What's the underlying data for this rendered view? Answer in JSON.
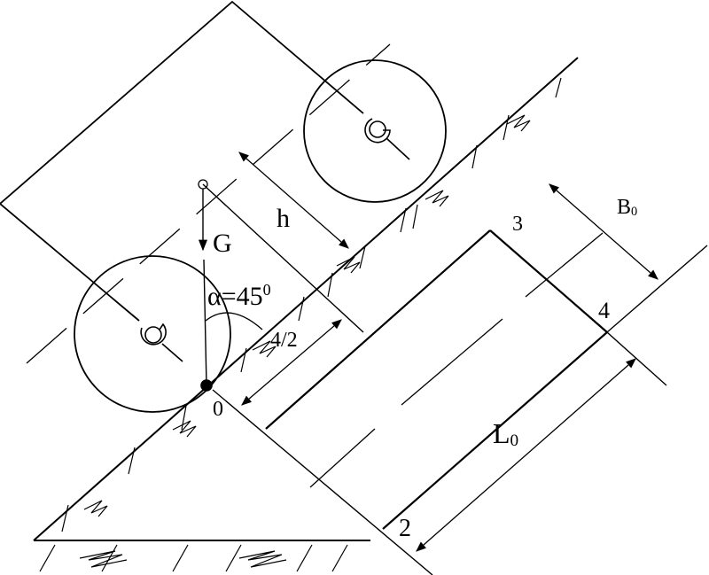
{
  "diagram": {
    "labels": {
      "gravity": "G",
      "height": "h",
      "angle_symbol": "α=45",
      "angle_degree": "0",
      "half_track": "4/2",
      "origin": "0",
      "point_2": "2",
      "point_3": "3",
      "point_4": "4",
      "width_main": "B",
      "width_sub": "0",
      "length_main": "L",
      "length_sub": "0"
    },
    "colors": {
      "stroke": "#000000",
      "background": "#ffffff"
    }
  }
}
